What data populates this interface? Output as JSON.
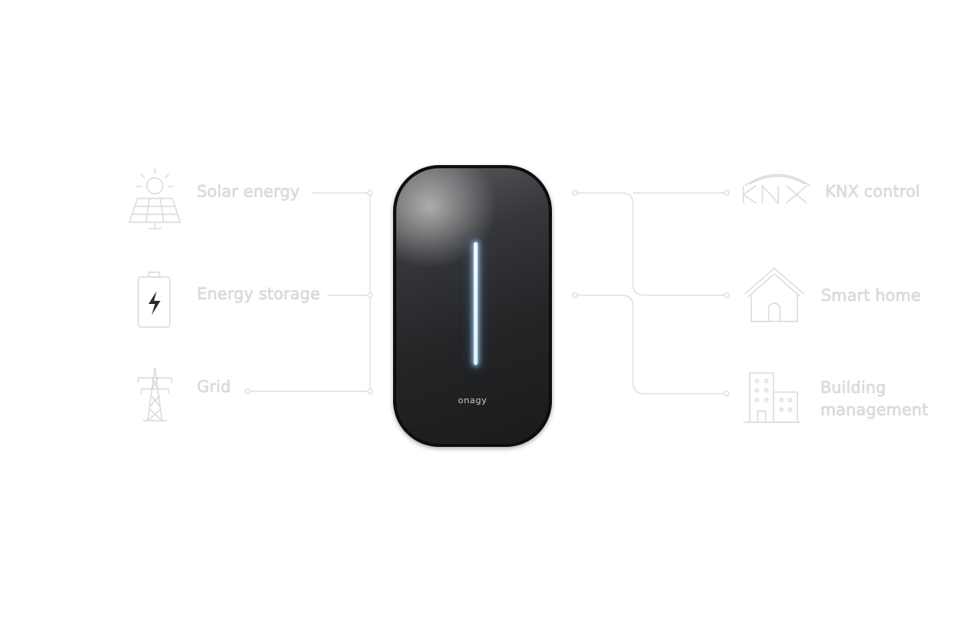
{
  "device": {
    "brand": "onagy"
  },
  "sources": [
    {
      "label": "Solar energy",
      "icon": "solar-panel-icon"
    },
    {
      "label": "Energy storage",
      "icon": "battery-icon"
    },
    {
      "label": "Grid",
      "icon": "power-pylon-icon"
    }
  ],
  "targets": [
    {
      "label": "KNX control",
      "icon": "knx-logo-icon"
    },
    {
      "label": "Smart home",
      "icon": "house-icon"
    },
    {
      "label": "Building",
      "label_line2": "management",
      "icon": "building-icon"
    }
  ],
  "colors": {
    "background": "#ffffff",
    "line": "#e0e0e0",
    "label": "#e2e2e2",
    "device": "#1f2022",
    "light": "#dff1ff"
  }
}
